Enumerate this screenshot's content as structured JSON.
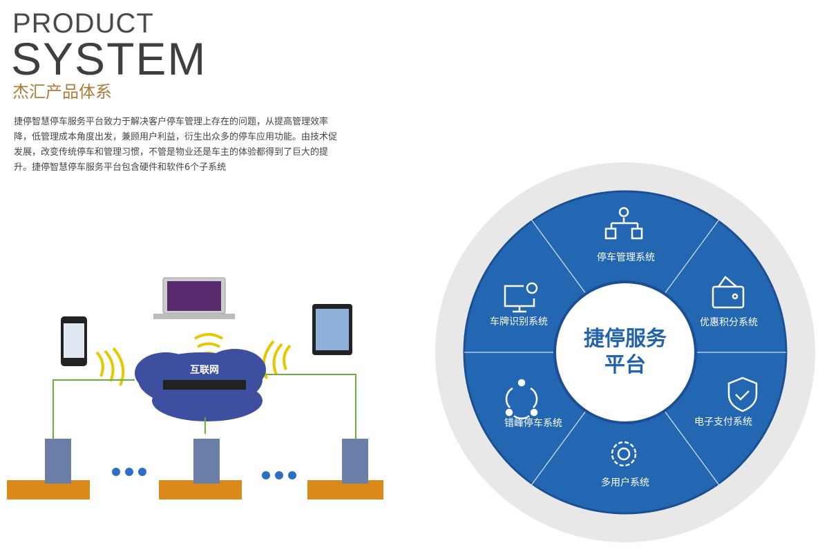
{
  "header": {
    "title_line1": "PRODUCT",
    "title_line2": "SYSTEM",
    "subtitle": "杰汇产品体系"
  },
  "description": "捷停智慧停车服务平台致力于解决客户停车管理上存在的问题，从提高管理效率降，低管理成本角度出发，兼顾用户利益，衍生出众多的停车应用功能。由技术促发展，改变传统停车和管理习惯，不管是物业还是车主的体验都得到了巨大的提升。捷停智慧停车服务平台包含硬件和软件6个子系统",
  "network": {
    "cloud_label": "互联网"
  },
  "platform": {
    "center_line1": "捷停服务",
    "center_line2": "平台",
    "segments": [
      "停车管理系统",
      "优惠积分系统",
      "电子支付系统",
      "多用户系统",
      "错峰停车系统",
      "车牌识别系统"
    ]
  },
  "colors": {
    "blue": "#2367b3",
    "gray": "#e8e8e8",
    "gold": "#b07a3a"
  }
}
